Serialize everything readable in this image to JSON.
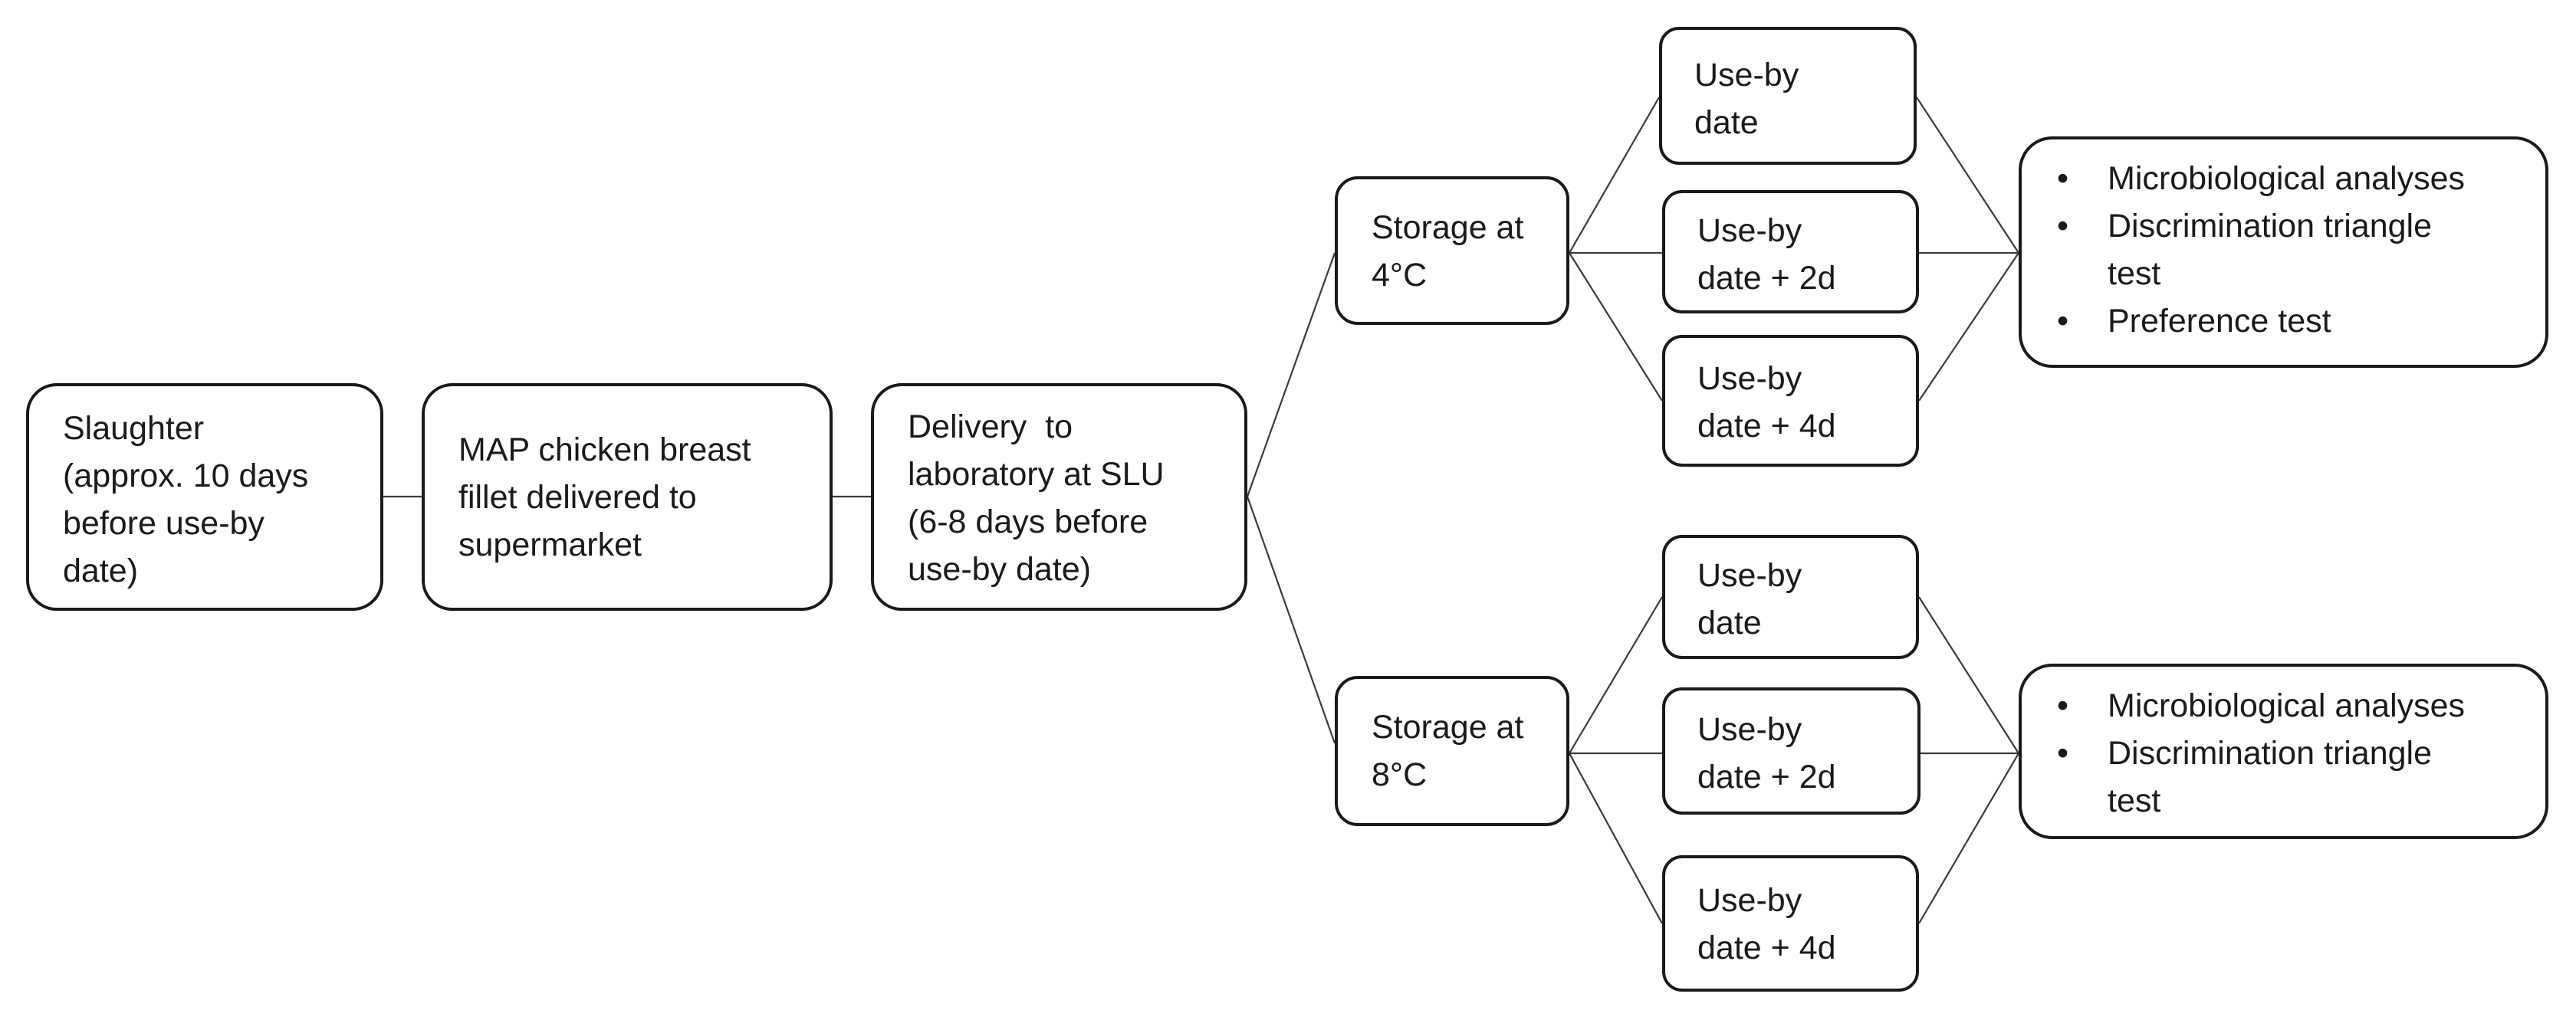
{
  "stages": {
    "slaughter": [
      "Slaughter",
      "(approx. 10 days",
      "before use-by",
      "date)"
    ],
    "supermarket": [
      "MAP chicken breast",
      "fillet delivered to",
      "supermarket"
    ],
    "delivery": [
      "Delivery  to",
      "laboratory at SLU",
      "(6-8 days before",
      "use-by date)"
    ]
  },
  "storage": [
    {
      "label": [
        "Storage at",
        "4°C"
      ],
      "samples": [
        [
          "Use-by",
          "date"
        ],
        [
          "Use-by",
          "date + 2d"
        ],
        [
          "Use-by",
          "date + 4d"
        ]
      ],
      "tests": [
        [
          "Microbiological analyses"
        ],
        [
          "Discrimination triangle",
          "test"
        ],
        [
          "Preference test"
        ]
      ]
    },
    {
      "label": [
        "Storage at",
        "8°C"
      ],
      "samples": [
        [
          "Use-by",
          "date"
        ],
        [
          "Use-by",
          "date + 2d"
        ],
        [
          "Use-by",
          "date + 4d"
        ]
      ],
      "tests": [
        [
          "Microbiological analyses"
        ],
        [
          "Discrimination triangle",
          "test"
        ]
      ]
    }
  ]
}
